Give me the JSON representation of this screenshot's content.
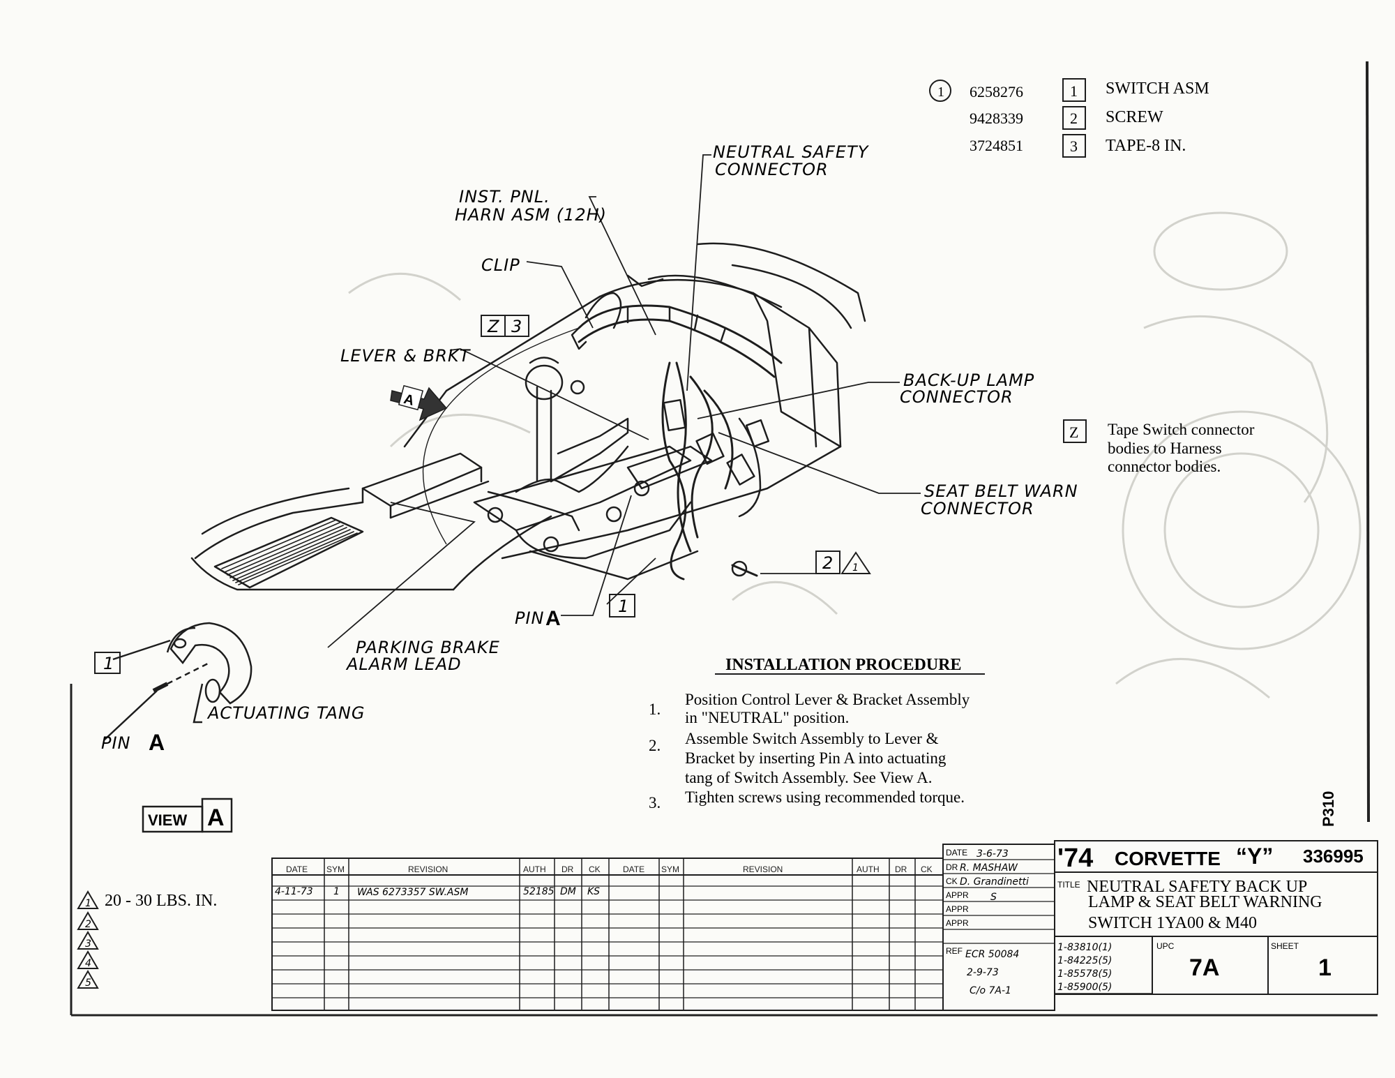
{
  "parts_list": {
    "group_symbol": "1",
    "rows": [
      {
        "part_no": "6258276",
        "item": "1",
        "name": "SWITCH ASM"
      },
      {
        "part_no": "9428339",
        "item": "2",
        "name": "SCREW"
      },
      {
        "part_no": "3724851",
        "item": "3",
        "name": "TAPE-8 IN."
      }
    ]
  },
  "callouts": {
    "neutral_safety": [
      "NEUTRAL SAFETY",
      "CONNECTOR"
    ],
    "inst_panel": [
      "INST. PNL.",
      "HARN ASM (12H)"
    ],
    "clip": "CLIP",
    "lever_brkt": "LEVER & BRKT",
    "backup_lamp": [
      "BACK-UP LAMP",
      "CONNECTOR"
    ],
    "seat_belt": [
      "SEAT BELT WARN",
      "CONNECTOR"
    ],
    "parking_brake": [
      "PARKING BRAKE",
      "ALARM LEAD"
    ],
    "pin_a": "PIN",
    "pin_letter": "A",
    "view_arrow_letter": "A",
    "actuating_tang": "ACTUATING TANG",
    "box_z": "Z",
    "box_3": "3",
    "box_1": "1",
    "box_2": "2",
    "view_a_word": "VIEW",
    "view_a_letter": "A"
  },
  "note_z": {
    "box": "Z",
    "lines": [
      "Tape Switch connector",
      "bodies to Harness",
      "connector bodies."
    ]
  },
  "installation": {
    "title": "INSTALLATION PROCEDURE",
    "steps": [
      {
        "num": "1.",
        "lines": [
          "Position Control Lever & Bracket Assembly",
          "in \"NEUTRAL\" position."
        ]
      },
      {
        "num": "2.",
        "lines": [
          "Assemble Switch Assembly to Lever &",
          "Bracket by inserting Pin A into actuating",
          "tang of Switch Assembly.   See View A."
        ]
      },
      {
        "num": "3.",
        "lines": [
          "Tighten screws using recommended torque."
        ]
      }
    ]
  },
  "torque": {
    "notes": [
      {
        "num": "1",
        "text": "20 - 30   LBS. IN."
      },
      {
        "num": "2",
        "text": ""
      },
      {
        "num": "3",
        "text": ""
      },
      {
        "num": "4",
        "text": ""
      },
      {
        "num": "5",
        "text": ""
      }
    ]
  },
  "revision_table": {
    "headers": [
      "DATE",
      "SYM",
      "REVISION",
      "AUTH",
      "DR",
      "CK",
      "DATE",
      "SYM",
      "REVISION",
      "AUTH",
      "DR",
      "CK"
    ],
    "row1": {
      "date": "4-11-73",
      "sym": "1",
      "revision": "WAS 6273357 SW.ASM",
      "auth": "52185",
      "dr": "DM",
      "ck": "KS"
    }
  },
  "approvals": {
    "date_label": "DATE",
    "date_value": "3-6-73",
    "dr_label": "DR",
    "dr_value": "R. MASHAW",
    "ck_label": "CK",
    "ck_value": "D. Grandinetti",
    "appr_label": "APPR",
    "appr_value": "S",
    "ref_label": "REF",
    "ref_lines": [
      "ECR 50084",
      "2-9-73",
      "C/o 7A-1"
    ],
    "codes": [
      "1-83810(1)",
      "1-84225(5)",
      "1-85578(5)",
      "1-85900(5)"
    ]
  },
  "title_block": {
    "year": "'74",
    "model": "CORVETTE",
    "series": "“Y”",
    "drawing_no": "336995",
    "title_label": "TITLE",
    "title_lines": [
      "NEUTRAL SAFETY BACK UP",
      "LAMP & SEAT BELT WARNING",
      "SWITCH 1YA00 & M40"
    ],
    "upc_label": "UPC",
    "upc_value": "7A",
    "sheet_label": "SHEET",
    "sheet_value": "1",
    "page_code": "P310"
  }
}
